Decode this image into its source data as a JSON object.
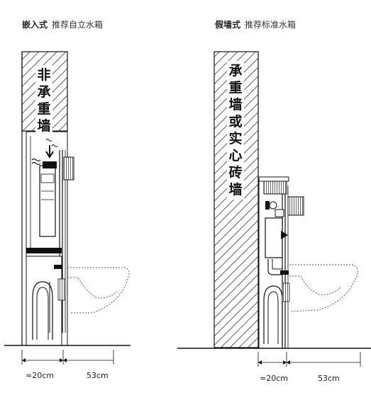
{
  "left": {
    "title": "嵌入式",
    "subtitle": "推荐自立水箱",
    "wall_label": "非\n承\n重\n墙",
    "dim_gap": "≈20cm",
    "dim_toilet": "53cm"
  },
  "right": {
    "title": "假墙式",
    "subtitle": "推荐标准水箱",
    "wall_label": "承\n重\n墙\n或\n实\n心\n砖\n墙",
    "dim_gap": "≈20cm",
    "dim_toilet": "53cm"
  },
  "colors": {
    "line": "#111111",
    "hatch": "#333333",
    "dotted": "#555555"
  }
}
